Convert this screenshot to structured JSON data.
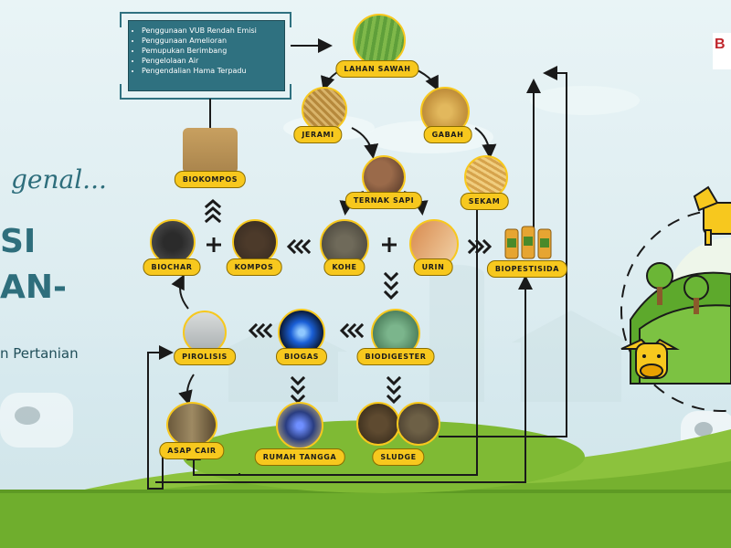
{
  "info_box": {
    "items": [
      "Penggunaan VUB Rendah Emisi",
      "Penggunaan Amelioran",
      "Pemupukan Berimbang",
      "Pengelolaan Air",
      "Pengendalian Hama Terpadu"
    ]
  },
  "left_title": {
    "line1": "genal...",
    "line2": "SI",
    "line3": "AN-",
    "line4": "n Pertanian"
  },
  "logo": {
    "text": "B"
  },
  "nodes": {
    "lahan_sawah": "LAHAN SAWAH",
    "jerami": "JERAMI",
    "gabah": "GABAH",
    "ternak_sapi": "TERNAK SAPI",
    "sekam": "SEKAM",
    "biokompos": "BIOKOMPOS",
    "biochar": "BIOCHAR",
    "kompos": "KOMPOS",
    "kohe": "KOHE",
    "urin": "URIN",
    "biopestisida": "BIOPESTISIDA",
    "pirolisis": "PIROLISIS",
    "biogas": "BIOGAS",
    "biodigester": "BIODIGESTER",
    "asap_cair": "ASAP CAIR",
    "rumah_tangga": "RUMAH TANGGA",
    "sludge": "SLUDGE"
  },
  "colors": {
    "label_fill": "#f7c81e",
    "info_box": "#2f7180",
    "arrow": "#1a1a1a",
    "grass": "#6fae2d",
    "title": "#2e6e7c"
  }
}
